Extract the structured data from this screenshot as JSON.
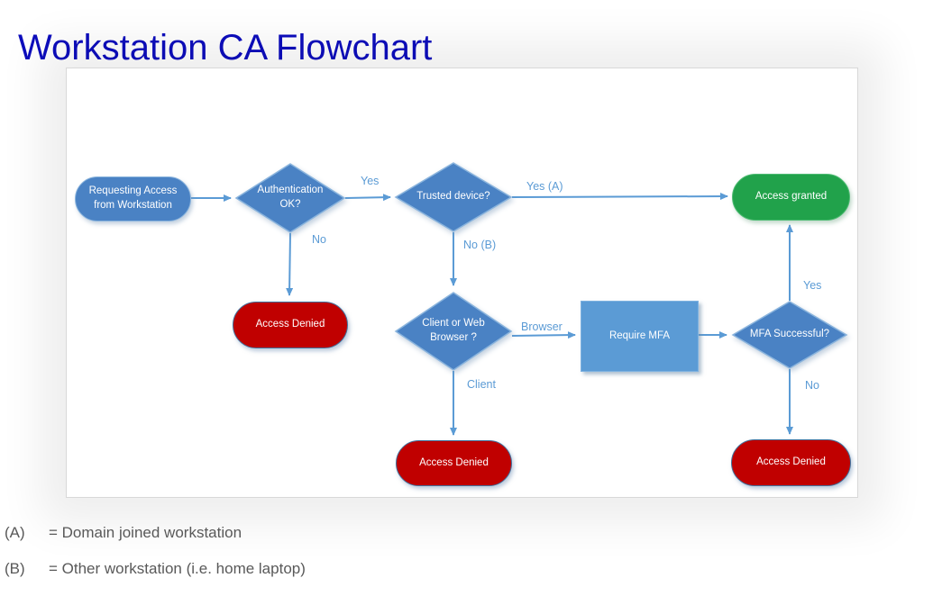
{
  "title": "Workstation CA Flowchart",
  "colors": {
    "title": "#0d0dbd",
    "node_blue": "#4a82c4",
    "process_blue": "#5b9bd5",
    "granted_green": "#21a24b",
    "denied_red": "#c00000",
    "connector": "#5b9bd5",
    "label_blue": "#5b9bd5",
    "legend_text": "#595959"
  },
  "flowchart": {
    "nodes": {
      "start": {
        "label": "Requesting Access from Workstation",
        "shape": "rounded",
        "color": "blue"
      },
      "auth": {
        "label": "Authentication OK?",
        "shape": "diamond",
        "color": "blue"
      },
      "trusted": {
        "label": "Trusted device?",
        "shape": "diamond",
        "color": "blue"
      },
      "granted": {
        "label": "Access granted",
        "shape": "rounded",
        "color": "green"
      },
      "denied_auth": {
        "label": "Access Denied",
        "shape": "rounded",
        "color": "red"
      },
      "client_web": {
        "label": "Client or Web Browser ?",
        "shape": "diamond",
        "color": "blue"
      },
      "require_mfa": {
        "label": "Require MFA",
        "shape": "rectangle",
        "color": "light-blue"
      },
      "mfa_ok": {
        "label": "MFA Successful?",
        "shape": "diamond",
        "color": "blue"
      },
      "denied_client": {
        "label": "Access Denied",
        "shape": "rounded",
        "color": "red"
      },
      "denied_mfa": {
        "label": "Access Denied",
        "shape": "rounded",
        "color": "red"
      }
    },
    "edge_labels": {
      "auth_yes": "Yes",
      "auth_no": "No",
      "trusted_yes": "Yes (A)",
      "trusted_no": "No (B)",
      "browser": "Browser",
      "client": "Client",
      "mfa_yes": "Yes",
      "mfa_no": "No"
    }
  },
  "legend": [
    {
      "key": "(A)",
      "text": "= Domain joined workstation"
    },
    {
      "key": "(B)",
      "text": "= Other workstation (i.e. home laptop)"
    }
  ]
}
